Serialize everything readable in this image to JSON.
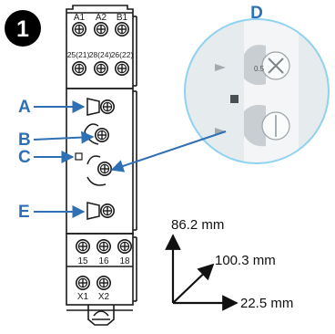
{
  "step": {
    "number": "1"
  },
  "device": {
    "top_terminals_row1": [
      "A1",
      "A2",
      "B1"
    ],
    "top_terminals_row2": [
      "25(21)",
      "28(24)",
      "26(22)"
    ],
    "bottom_terminals_row1": [
      "15",
      "16",
      "18"
    ],
    "bottom_terminals_row2": [
      "X1",
      "X2"
    ]
  },
  "callouts": {
    "a": "A",
    "b": "B",
    "c": "C",
    "d": "D",
    "e": "E"
  },
  "zoom": {
    "dial_value": "0.5"
  },
  "dimensions": {
    "height": "86.2 mm",
    "depth": "100.3 mm",
    "width": "22.5 mm"
  },
  "colors": {
    "callout_blue": "#2f6fb3",
    "zoom_ring": "#8fd2ef",
    "line_color": "#1a1a1a"
  }
}
